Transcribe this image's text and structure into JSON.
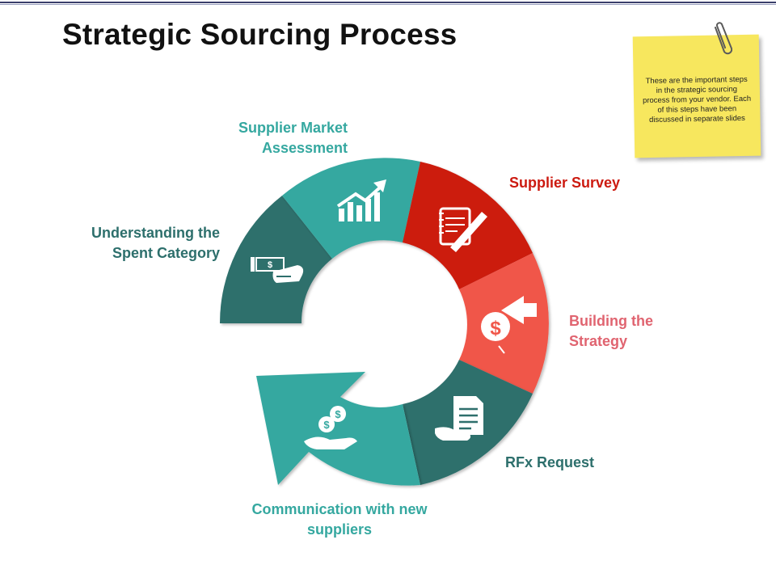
{
  "title": "Strategic Sourcing Process",
  "note": {
    "text": "These are the important steps in the strategic sourcing process from your vendor. Each of this steps have been discussed in separate slides"
  },
  "steps": [
    {
      "label": "Understanding the Spent Category",
      "color": "#2e6f6c",
      "icon": "cash-hand-icon"
    },
    {
      "label": "Supplier Market Assessment",
      "color": "#35a8a0",
      "icon": "growth-chart-icon"
    },
    {
      "label": "Supplier Survey",
      "color": "#cc1a10",
      "icon": "notepad-pen-icon"
    },
    {
      "label": "Building the Strategy",
      "color": "#f0574a",
      "icon": "dollar-search-icon"
    },
    {
      "label": "RFx Request",
      "color": "#2e6f6c",
      "icon": "document-hand-icon"
    },
    {
      "label": "Communication with new suppliers",
      "color": "#35a8a0",
      "icon": "coins-hand-icon"
    }
  ]
}
